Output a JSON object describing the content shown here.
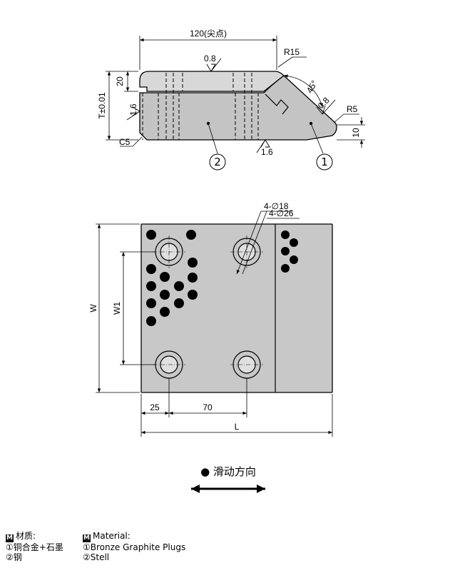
{
  "side_view": {
    "dim_length": "120(尖点)",
    "finish_top": "0.8",
    "finish_left": "1.6",
    "finish_bottom": "1.6",
    "finish_slope": "0.8",
    "radius_top": "R15",
    "radius_tip": "R5",
    "angle": "45°",
    "dim_step": "20",
    "dim_thickness": "T±0.01",
    "dim_tip_height": "10",
    "chamfer": "C5",
    "part_1": "1",
    "part_2": "2"
  },
  "top_view": {
    "holes_small": "4-∅18",
    "holes_large": "4-∅26",
    "dim_width": "W",
    "dim_hole_pitch": "W1",
    "dim_offset": "25",
    "dim_pitch": "70",
    "dim_length": "L"
  },
  "legend": {
    "text": "● 滑动方向"
  },
  "material": {
    "cn_badge": "M",
    "cn_title": "材质:",
    "cn_item_1": "①铜合金+石墨",
    "cn_item_2": "②钢",
    "en_badge": "M",
    "en_title": "Material:",
    "en_item_1": "①Bronze Graphite Plugs",
    "en_item_2": "②Stell"
  }
}
